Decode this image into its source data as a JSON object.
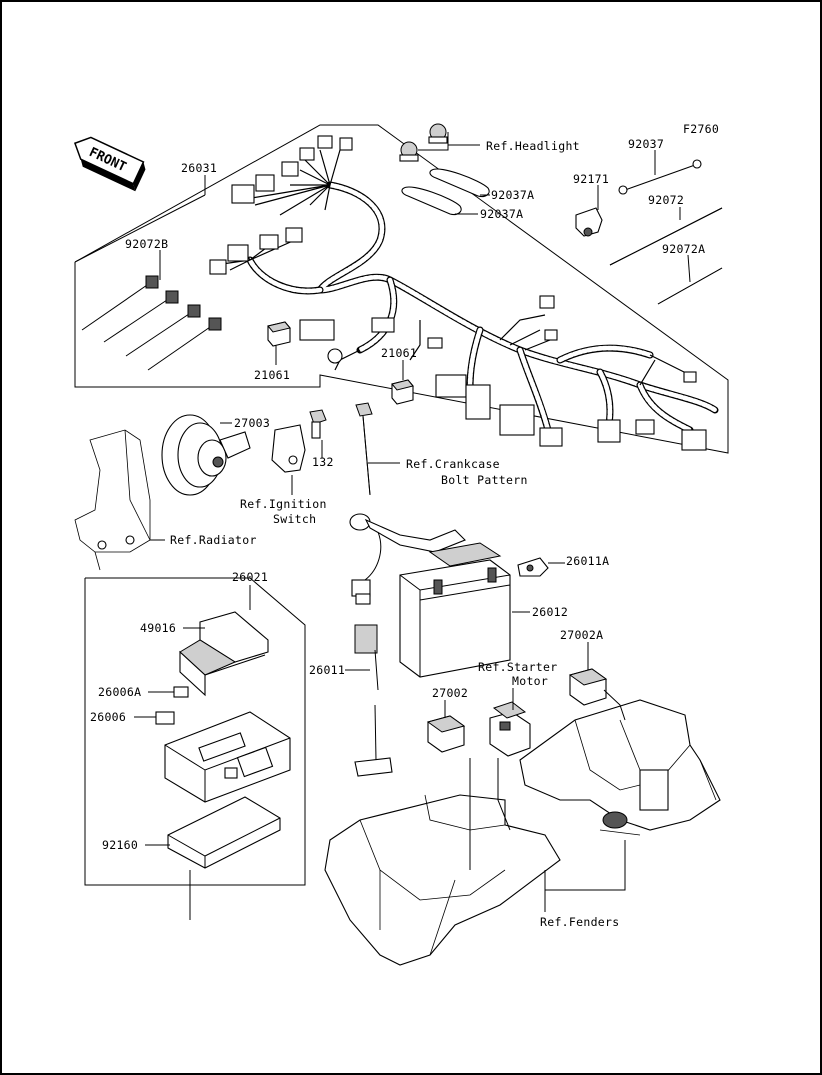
{
  "diagram": {
    "figure_id": "F2760",
    "front_label": "FRONT",
    "callouts": {
      "c26031": "26031",
      "c92072B": "92072B",
      "c21061a": "21061",
      "c21061b": "21061",
      "c92037A_1": "92037A",
      "c92037A_2": "92037A",
      "c92037": "92037",
      "c92171": "92171",
      "c92072": "92072",
      "c92072A": "92072A",
      "c27003": "27003",
      "c132": "132",
      "c26011A": "26011A",
      "c26012": "26012",
      "c26011": "26011",
      "c26021": "26021",
      "c49016": "49016",
      "c26006A": "26006A",
      "c26006": "26006",
      "c92160": "92160",
      "c27002": "27002",
      "c27002A": "27002A"
    },
    "refs": {
      "headlight": "Ref.Headlight",
      "crankcase_1": "Ref.Crankcase",
      "crankcase_2": "Bolt Pattern",
      "ignition_1": "Ref.Ignition",
      "ignition_2": "Switch",
      "radiator": "Ref.Radiator",
      "starter_1": "Ref.Starter",
      "starter_2": "Motor",
      "fenders": "Ref.Fenders"
    }
  }
}
